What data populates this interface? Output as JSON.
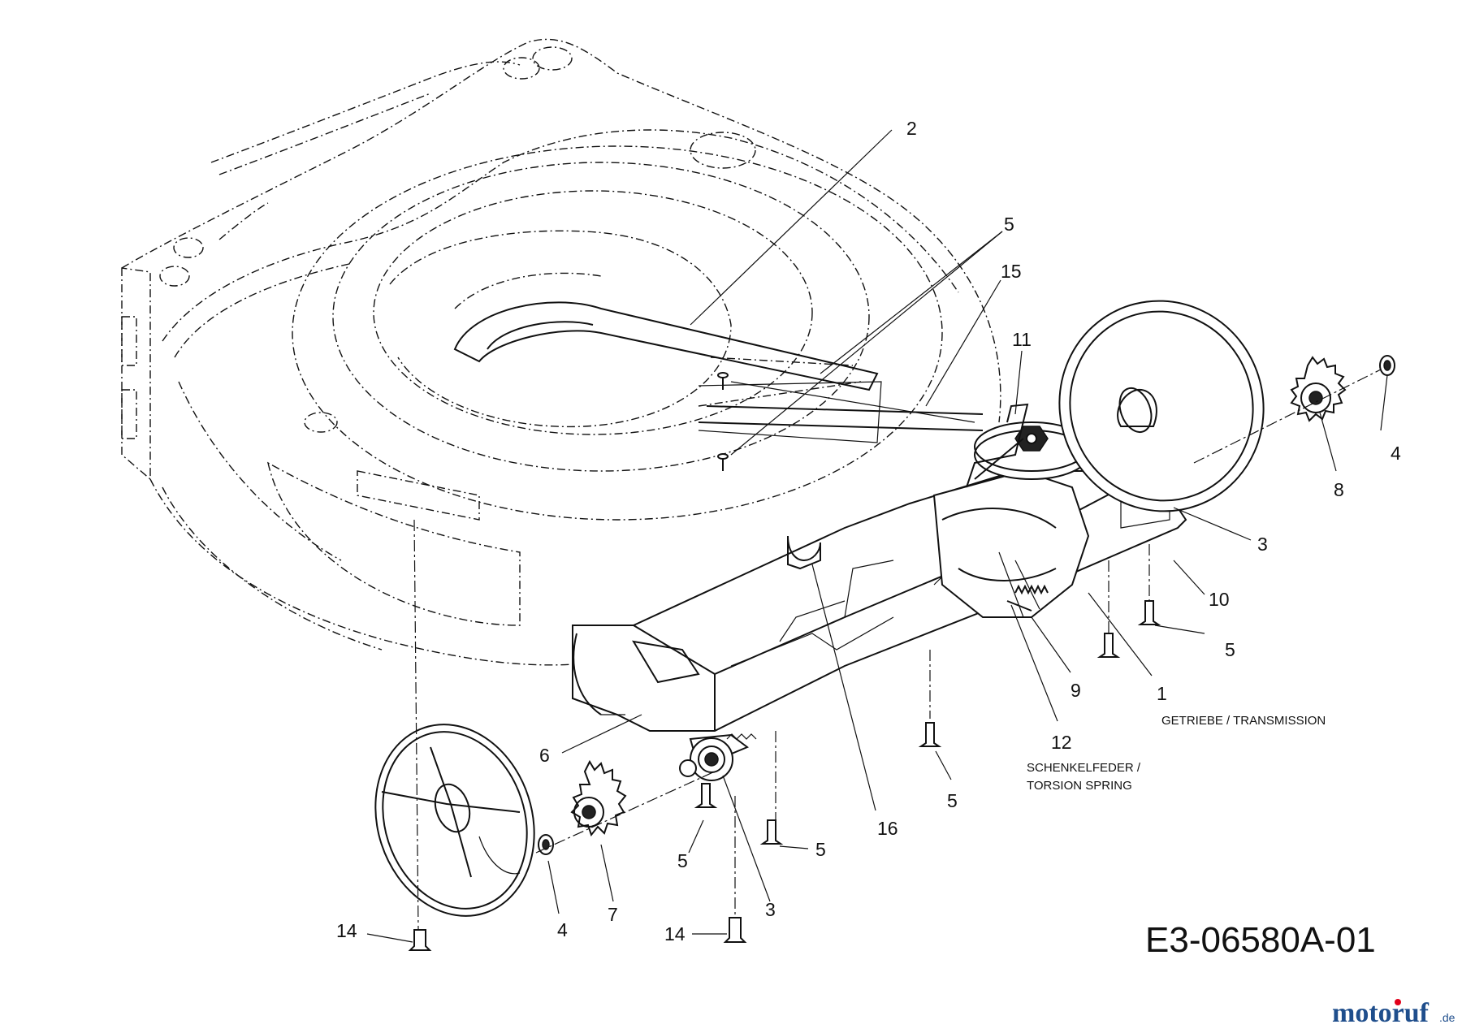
{
  "callouts": {
    "c1": "1",
    "c2": "2",
    "c3a": "3",
    "c3b": "3",
    "c4a": "4",
    "c4b": "4",
    "c5a": "5",
    "c5b": "5",
    "c5c": "5",
    "c5d": "5",
    "c5e": "5",
    "c6": "6",
    "c7": "7",
    "c8": "8",
    "c9": "9",
    "c10": "10",
    "c11": "11",
    "c12": "12",
    "c14a": "14",
    "c14b": "14",
    "c15": "15",
    "c16": "16"
  },
  "captions": {
    "transmission": "GETRIEBE / TRANSMISSION",
    "spring_line1": "SCHENKELFEDER /",
    "spring_line2": "TORSION SPRING"
  },
  "drawing_id": "E3-06580A-01",
  "watermark": {
    "brand": "motoruf",
    "suffix": ".de",
    "brand_color": "#1f4e8c",
    "accent_color": "#e2001a"
  }
}
